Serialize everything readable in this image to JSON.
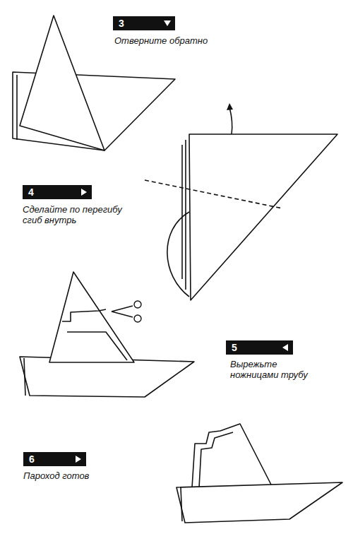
{
  "diagram": {
    "nodes": [
      {
        "text": [
          "3"
        ]
      },
      {
        "text": [
          "4"
        ]
      },
      {
        "text": [
          "5"
        ]
      },
      {
        "text": [
          "6"
        ]
      }
    ],
    "labels": [
      "Отверните обратно",
      "Сделайте по перегибу сгиб внутрь",
      "Вырежьте ножницами трубу",
      "Пароход готов"
    ]
  }
}
